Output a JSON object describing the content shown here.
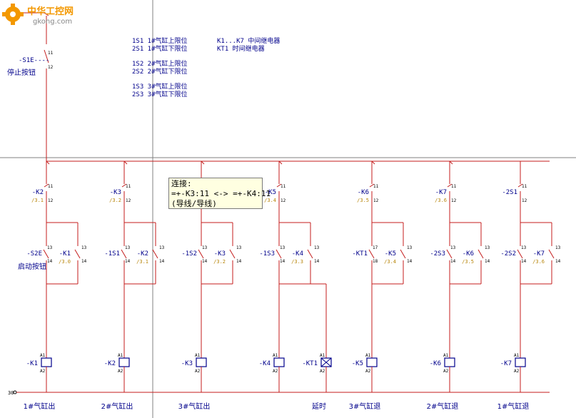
{
  "colors": {
    "wire": "#c41e1e",
    "text": "#00008b",
    "ref": "#b8860b",
    "crosshair": "#808080",
    "watermark_orange": "#f39800"
  },
  "power": {
    "top_label": "11",
    "bottom_label": "30"
  },
  "stop_switch": {
    "tag": "-S1E",
    "label": "停止按钮",
    "pin_top": "11",
    "pin_bottom": "12"
  },
  "legend": {
    "lines": [
      "1S1 1#气缸上限位",
      "2S1 1#气缸下限位",
      "1S2 2#气缸上限位",
      "2S2 2#气缸下限位",
      "1S3 3#气缸上限位",
      "2S3 3#气缸下限位"
    ],
    "right": [
      "K1...K7 中间继电器",
      "KT1 时间继电器"
    ]
  },
  "nc_contacts": [
    {
      "tag": "-K2",
      "ref": "/3.1"
    },
    {
      "tag": "-K3",
      "ref": "/3.2"
    },
    {
      "tag": "",
      "ref": ""
    },
    {
      "tag": "-K5",
      "ref": "/3.4"
    },
    {
      "tag": "-K6",
      "ref": "/3.5"
    },
    {
      "tag": "-K7",
      "ref": "/3.6"
    },
    {
      "tag": "-2S1",
      "ref": ""
    }
  ],
  "no_switches": [
    {
      "tag": "-S2E",
      "pins": [
        "13",
        "14"
      ],
      "sub": "启动按钮"
    },
    {
      "tag": "-1S1",
      "pins": [
        "13",
        "14"
      ],
      "sub": ""
    },
    {
      "tag": "-1S2",
      "pins": [
        "13",
        "14"
      ],
      "sub": ""
    },
    {
      "tag": "-1S3",
      "pins": [
        "13",
        "14"
      ],
      "sub": ""
    },
    {
      "tag": "-KT1",
      "pins": [
        "17",
        "18"
      ],
      "sub": ""
    },
    {
      "tag": "-2S3",
      "pins": [
        "13",
        "14"
      ],
      "sub": ""
    },
    {
      "tag": "-2S2",
      "pins": [
        "13",
        "14"
      ],
      "sub": ""
    }
  ],
  "hold_contacts": [
    {
      "tag": "-K1",
      "ref": "/3.0"
    },
    {
      "tag": "-K2",
      "ref": "/3.1"
    },
    {
      "tag": "-K3",
      "ref": "/3.2"
    },
    {
      "tag": "-K4",
      "ref": "/3.3"
    },
    {
      "tag": "-K5",
      "ref": "/3.4"
    },
    {
      "tag": "-K6",
      "ref": "/3.5"
    },
    {
      "tag": "-K7",
      "ref": "/3.6"
    }
  ],
  "coils": [
    {
      "tag": "-K1",
      "desc": "1#气缸出"
    },
    {
      "tag": "-K2",
      "desc": "2#气缸出"
    },
    {
      "tag": "-K3",
      "desc": "3#气缸出"
    },
    {
      "tag": "-K4",
      "desc": ""
    },
    {
      "tag": "-KT1",
      "desc": "延时"
    },
    {
      "tag": "-K5",
      "desc": "3#气缸退"
    },
    {
      "tag": "-K6",
      "desc": "2#气缸退"
    },
    {
      "tag": "-K7",
      "desc": "1#气缸退"
    }
  ],
  "pins": {
    "nc_top": "11",
    "nc_bottom": "12",
    "coil_top": "A1",
    "coil_bottom": "A2"
  },
  "tooltip": {
    "line1": "连接:",
    "line2": "=+-K3:11 <-> =+-K4:11",
    "line3": "(导线/导线)"
  },
  "watermark": {
    "cn": "中华工控网",
    "url": "gkong.com"
  }
}
